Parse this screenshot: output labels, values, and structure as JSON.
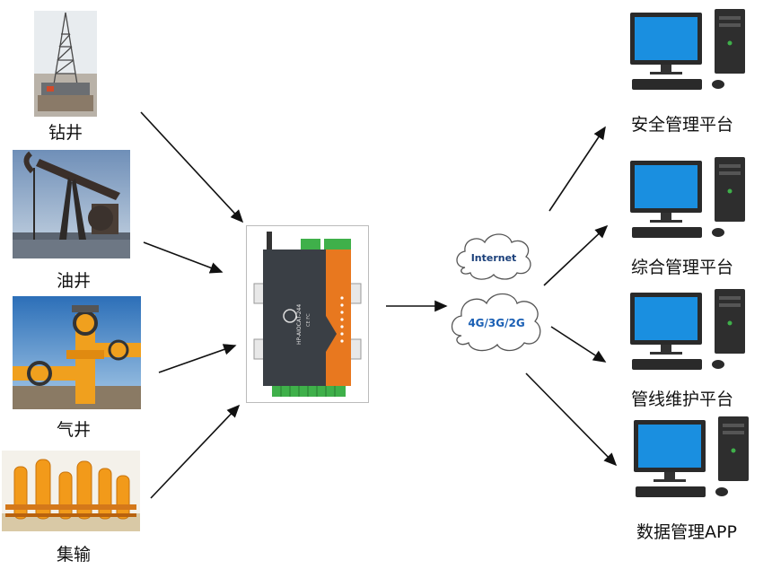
{
  "sources": [
    {
      "id": "drilling",
      "label": "钻井",
      "icon": "drilling-rig"
    },
    {
      "id": "oil",
      "label": "油井",
      "icon": "pumpjack"
    },
    {
      "id": "gas",
      "label": "气井",
      "icon": "gas-wellhead"
    },
    {
      "id": "gathering",
      "label": "集输",
      "icon": "separator-tanks"
    }
  ],
  "device": {
    "model": "HP-AIOCAT-244"
  },
  "clouds": [
    {
      "id": "internet",
      "label": "Internet"
    },
    {
      "id": "mobile",
      "label": "4G/3G/2G"
    }
  ],
  "platforms": [
    {
      "id": "security",
      "label": "安全管理平台"
    },
    {
      "id": "integrated",
      "label": "综合管理平台"
    },
    {
      "id": "pipeline",
      "label": "管线维护平台"
    },
    {
      "id": "data-app",
      "label": "数据管理APP"
    }
  ],
  "colors": {
    "arrow": "#111111",
    "device_orange": "#e8781f",
    "device_body": "#3a3f45",
    "terminal_green": "#3fb04a",
    "screen_blue": "#1a8fe0",
    "cloud_text": "#1a5fb4"
  }
}
